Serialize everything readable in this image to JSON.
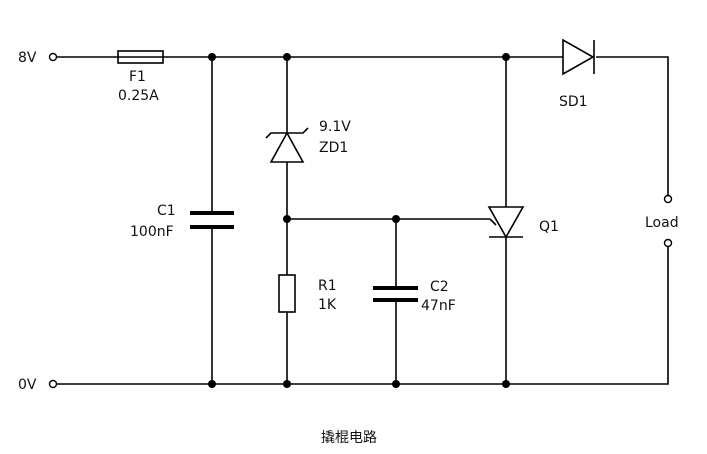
{
  "terminals": {
    "positive": "8V",
    "ground": "0V"
  },
  "components": {
    "fuse": {
      "ref": "F1",
      "value": "0.25A"
    },
    "capacitor_1": {
      "ref": "C1",
      "value": "100nF"
    },
    "zener": {
      "value": "9.1V",
      "ref": "ZD1"
    },
    "resistor": {
      "ref": "R1",
      "value": "1K"
    },
    "capacitor_2": {
      "ref": "C2",
      "value": "47nF"
    },
    "thyristor": {
      "ref": "Q1"
    },
    "diode": {
      "ref": "SD1"
    },
    "load": {
      "label": "Load"
    }
  },
  "caption": "撬棍电路"
}
